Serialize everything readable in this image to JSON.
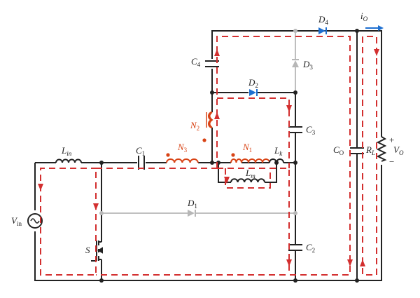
{
  "colors": {
    "wire": "#222222",
    "disabled_wire": "#b7b7b7",
    "magnetic": "#d84315",
    "active_diode": "#1e6fd0",
    "current_path": "#d32f2f",
    "dot": "#d84315"
  },
  "labels": {
    "vin": {
      "main": "V",
      "sub": "in"
    },
    "lin": {
      "main": "L",
      "sub": "in"
    },
    "c1": {
      "main": "C",
      "sub": "1"
    },
    "n3": {
      "main": "N",
      "sub": "3"
    },
    "n1": {
      "main": "N",
      "sub": "1"
    },
    "n2": {
      "main": "N",
      "sub": "2"
    },
    "lk": {
      "main": "L",
      "sub": "k"
    },
    "lm": {
      "main": "L",
      "sub": "m"
    },
    "c4": {
      "main": "C",
      "sub": "4"
    },
    "c3": {
      "main": "C",
      "sub": "3"
    },
    "c2": {
      "main": "C",
      "sub": "2"
    },
    "co": {
      "main": "C",
      "sub": "O"
    },
    "rl": {
      "main": "R",
      "sub": "L"
    },
    "vo": {
      "main": "V",
      "sub": "O"
    },
    "io": {
      "main": "i",
      "sub": "O"
    },
    "d1": {
      "main": "D",
      "sub": "1"
    },
    "d2": {
      "main": "D",
      "sub": "2"
    },
    "d3": {
      "main": "D",
      "sub": "3"
    },
    "d4": {
      "main": "D",
      "sub": "4"
    },
    "s": {
      "main": "S",
      "sub": ""
    },
    "plus": "+",
    "minus": "−"
  }
}
